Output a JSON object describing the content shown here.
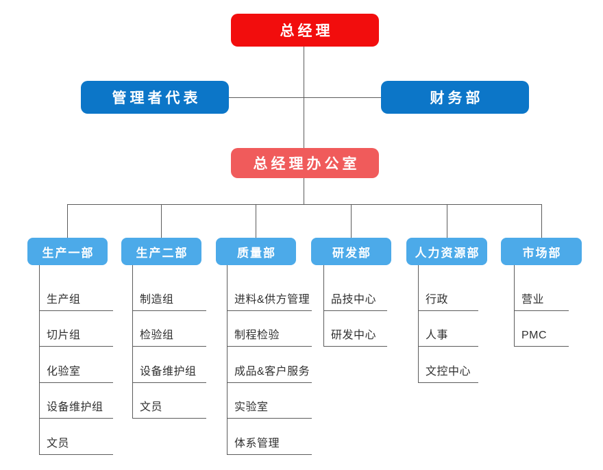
{
  "org_chart": {
    "root": {
      "label": "总经理",
      "color": "#f20d0d"
    },
    "secondary": [
      {
        "label": "管理者代表",
        "color": "#0c76c8"
      },
      {
        "label": "财务部",
        "color": "#0c76c8"
      }
    ],
    "office": {
      "label": "总经理办公室",
      "color": "#f05b5b"
    },
    "departments": [
      {
        "label": "生产一部",
        "children": [
          "生产组",
          "切片组",
          "化验室",
          "设备维护组",
          "文员"
        ]
      },
      {
        "label": "生产二部",
        "children": [
          "制造组",
          "检验组",
          "设备维护组",
          "文员"
        ]
      },
      {
        "label": "质量部",
        "children": [
          "进料&供方管理",
          "制程检验",
          "成品&客户服务",
          "实验室",
          "体系管理"
        ]
      },
      {
        "label": "研发部",
        "children": [
          "品技中心",
          "研发中心"
        ]
      },
      {
        "label": "人力资源部",
        "children": [
          "行政",
          "人事",
          "文控中心"
        ]
      },
      {
        "label": "市场部",
        "children": [
          "营业",
          "PMC"
        ]
      }
    ],
    "department_color": "#4caae9",
    "connector_color": "#5a5a5a",
    "background": "#ffffff"
  }
}
